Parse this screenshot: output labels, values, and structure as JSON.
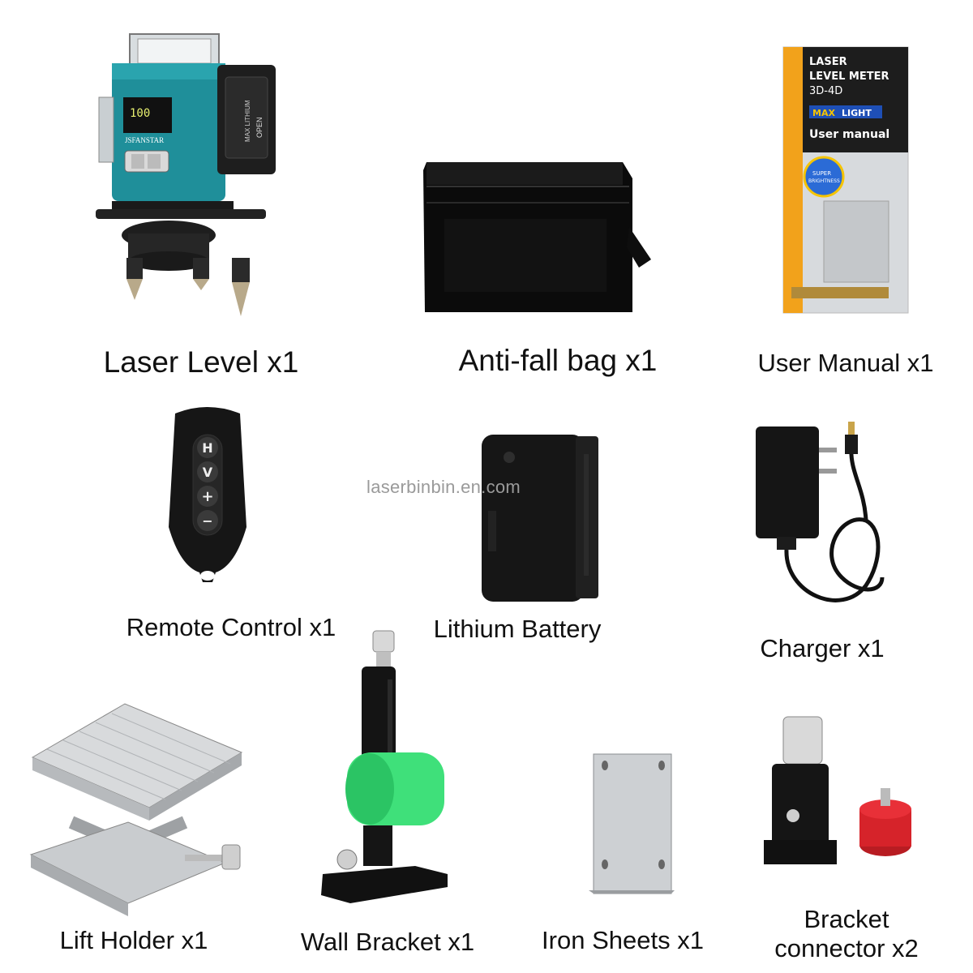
{
  "watermark": "laserbinbin.en.com",
  "items": {
    "laser_level": {
      "label": "Laser Level x1",
      "device_brand": "JSFANSTAR",
      "display": "100",
      "battery_text": "MAX LITHIUM",
      "open_text": "OPEN"
    },
    "bag": {
      "label": "Anti-fall bag x1"
    },
    "manual": {
      "label": "User Manual x1",
      "line1": "LASER",
      "line2": "LEVEL METER",
      "line3": "3D-4D",
      "max": "MAX",
      "light": "LIGHT",
      "title": "User manual",
      "seal1": "SUPER",
      "seal2": "BRIGHTNESS"
    },
    "remote": {
      "label": "Remote Control x1",
      "buttons": [
        "H",
        "V",
        "+",
        "−"
      ]
    },
    "battery": {
      "label": "Lithium Battery"
    },
    "charger": {
      "label": "Charger x1"
    },
    "lift_holder": {
      "label": "Lift Holder x1"
    },
    "wall_bracket": {
      "label": "Wall Bracket x1"
    },
    "iron_sheets": {
      "label": "Iron Sheets x1"
    },
    "bracket_connector": {
      "label_line1": "Bracket",
      "label_line2": "connector x2"
    }
  },
  "colors": {
    "teal_body": "#1f8f9a",
    "bracket_green": "#3fe07a",
    "connector_red": "#d6232a",
    "manual_orange": "#f2a21b"
  }
}
